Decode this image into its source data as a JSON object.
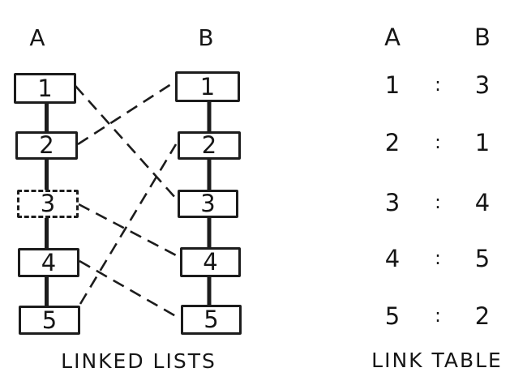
{
  "diagram": {
    "column_a_label": "A",
    "column_b_label": "B",
    "caption": "LINKED LISTS",
    "list_a": [
      "1",
      "2",
      "3",
      "4",
      "5"
    ],
    "list_b": [
      "1",
      "2",
      "3",
      "4",
      "5"
    ],
    "links": [
      {
        "from_a": "1",
        "to_b": "3"
      },
      {
        "from_a": "2",
        "to_b": "1"
      },
      {
        "from_a": "3",
        "to_b": "4"
      },
      {
        "from_a": "4",
        "to_b": "5"
      },
      {
        "from_a": "5",
        "to_b": "2"
      }
    ]
  },
  "link_table": {
    "column_a_header": "A",
    "column_b_header": "B",
    "separator": ":",
    "caption": "LINK TABLE",
    "rows": [
      {
        "a": "1",
        "b": "3"
      },
      {
        "a": "2",
        "b": "1"
      },
      {
        "a": "3",
        "b": "4"
      },
      {
        "a": "4",
        "b": "5"
      },
      {
        "a": "5",
        "b": "2"
      }
    ]
  },
  "colors": {
    "ink": "#161616",
    "background": "#ffffff"
  }
}
